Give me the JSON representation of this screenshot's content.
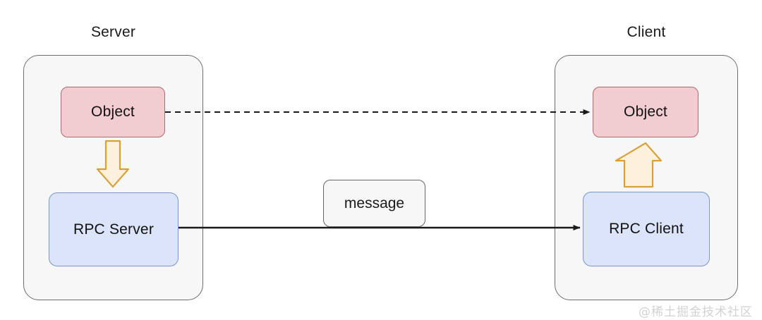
{
  "diagram": {
    "title_server": "Server",
    "title_client": "Client",
    "colors": {
      "object_fill": "#f1ccd0",
      "object_stroke": "#b0696f",
      "rpc_fill": "#dbe4f8",
      "rpc_stroke": "#7a96c9",
      "container_fill": "#f7f7f7",
      "container_stroke": "#6e6e6e",
      "block_arrow_fill": "#fdf0dd",
      "block_arrow_stroke": "#d7a23c",
      "line_stroke": "#1a1a1a",
      "watermark": "#d2d2d2"
    },
    "server": {
      "title": "Server",
      "object_label": "Object",
      "rpc_label": "RPC Server",
      "block_arrow_name": "down-arrow-icon",
      "block_arrow_direction": "down"
    },
    "client": {
      "title": "Client",
      "object_label": "Object",
      "rpc_label": "RPC Client",
      "block_arrow_name": "up-arrow-icon",
      "block_arrow_direction": "up"
    },
    "message_label": "message",
    "connections": [
      {
        "name": "object-to-object-dashed",
        "style": "dashed",
        "from": "server.object",
        "to": "client.object",
        "arrowhead": "end"
      },
      {
        "name": "rpc-server-to-rpc-client",
        "style": "solid",
        "from": "server.rpc",
        "to": "client.rpc",
        "arrowhead": "end",
        "label": "message"
      }
    ],
    "watermark": "@稀土掘金技术社区"
  }
}
